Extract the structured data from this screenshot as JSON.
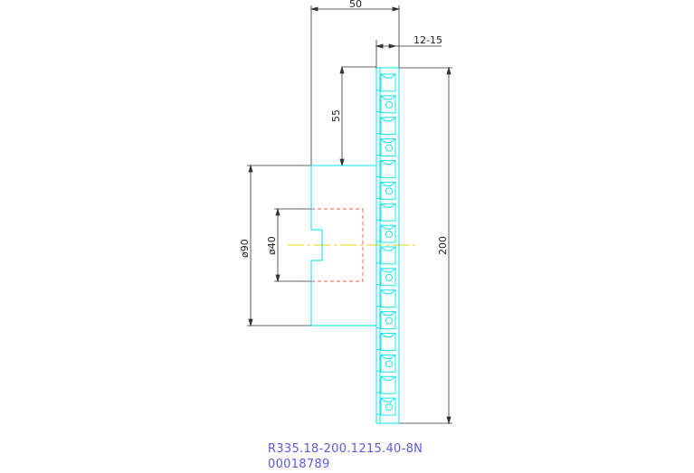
{
  "dimensions": {
    "top_width": "50",
    "tooth_width": "12-15",
    "height_55": "55",
    "diameter_90": "ø90",
    "diameter_40": "ø40",
    "overall_200": "200"
  },
  "caption": {
    "part_number": "R335.18-200.1215.40-8N",
    "item_code": "00018789"
  },
  "colors": {
    "outline": "#00e5ee",
    "dimension": "#333333",
    "hidden": "#e05555",
    "centerline": "#e0d800",
    "caption": "#5a5adf"
  },
  "icons": [
    "cutter-body-outline",
    "insert-pocket-icon",
    "insert-screw-icon"
  ]
}
